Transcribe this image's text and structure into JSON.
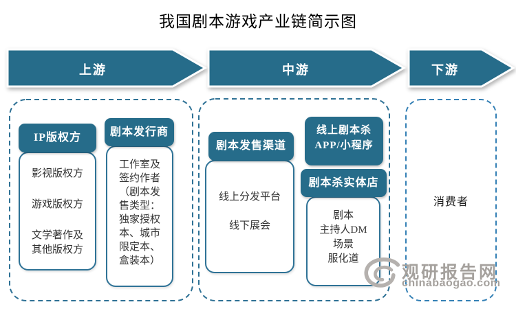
{
  "title": "我国剧本游戏产业链简示图",
  "stages": {
    "upstream": "上游",
    "midstream": "中游",
    "downstream": "下游"
  },
  "upstream": {
    "ip_card": {
      "header": "IP版权方",
      "lines": [
        "影视版权方",
        "游戏版权方",
        "文学著作及",
        "其他版权方"
      ]
    },
    "publisher_card": {
      "header": "剧本发行商",
      "lines": [
        "工作室及",
        "签约作者",
        "（剧本发",
        "售类型：",
        "独家授权",
        "本、城市",
        "限定本、",
        "盒装本）"
      ]
    }
  },
  "midstream": {
    "channel_card": {
      "header": "剧本发售渠道",
      "lines": [
        "线上分发平台",
        "线下展会"
      ]
    },
    "app_card": {
      "lines": [
        "线上剧本杀",
        "APP/小程序"
      ]
    },
    "store_card": {
      "header": "剧本杀实体店",
      "lines": [
        "剧本",
        "主持人DM",
        "场景",
        "服化道"
      ]
    }
  },
  "downstream": {
    "consumer": "消费者"
  },
  "watermark": {
    "name": "观研报告网",
    "site": "chinabaogao.com"
  },
  "colors": {
    "teal": "#266c8a",
    "box_border": "#2e7296",
    "dash_teal": "#2e7195",
    "dash_blue": "#3480b5",
    "watermark_gray": "#a5a19d"
  }
}
